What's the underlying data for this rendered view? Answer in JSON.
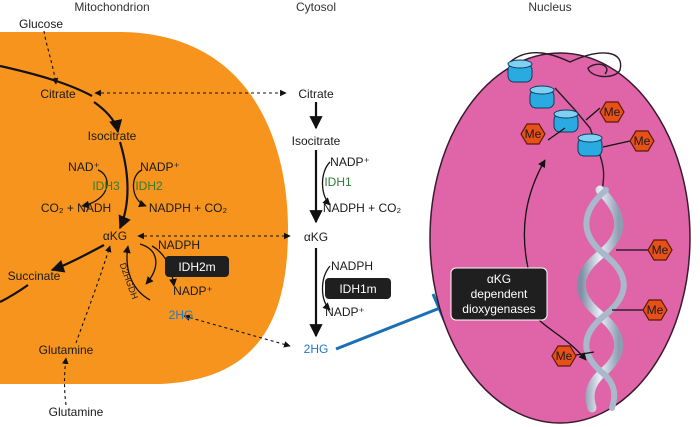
{
  "headers": {
    "mitochondrion": "Mitochondrion",
    "cytosol": "Cytosol",
    "nucleus": "Nucleus"
  },
  "mito": {
    "glucose": "Glucose",
    "citrate": "Citrate",
    "isocitrate": "Isocitrate",
    "nad": "NAD⁺",
    "nadp": "NADP⁺",
    "idh3": "IDH3",
    "idh2": "IDH2",
    "co2_nadh": "CO₂ + NADH",
    "nadph_co2": "NADPH + CO₂",
    "akg": "αKG",
    "nadph": "NADPH",
    "idh2m": "IDH2m",
    "d2hgdh": "D2HGDH",
    "nadp2": "NADP⁺",
    "succinate": "Succinate",
    "twohg": "2HG",
    "glutamine": "Glutamine"
  },
  "cyto": {
    "citrate": "Citrate",
    "isocitrate": "Isocitrate",
    "nadp": "NADP⁺",
    "idh1": "IDH1",
    "nadph_co2": "NADPH + CO₂",
    "akg": "αKG",
    "nadph": "NADPH",
    "idh1m": "IDH1m",
    "nadp2": "NADP⁺",
    "twohg": "2HG"
  },
  "outside": {
    "glutamine": "Glutamine"
  },
  "nucleus": {
    "enzyme_line1": "αKG",
    "enzyme_line2": "dependent",
    "enzyme_line3": "dioxygenases",
    "me": "Me"
  },
  "colors": {
    "mitochondrion": "#f7941d",
    "nucleus": "#e065a8",
    "methyl": "#e8501a",
    "nucleosome": "#29abe2",
    "inhibition": "#1a6fb5",
    "enzyme_box": "#1f1f1f"
  }
}
